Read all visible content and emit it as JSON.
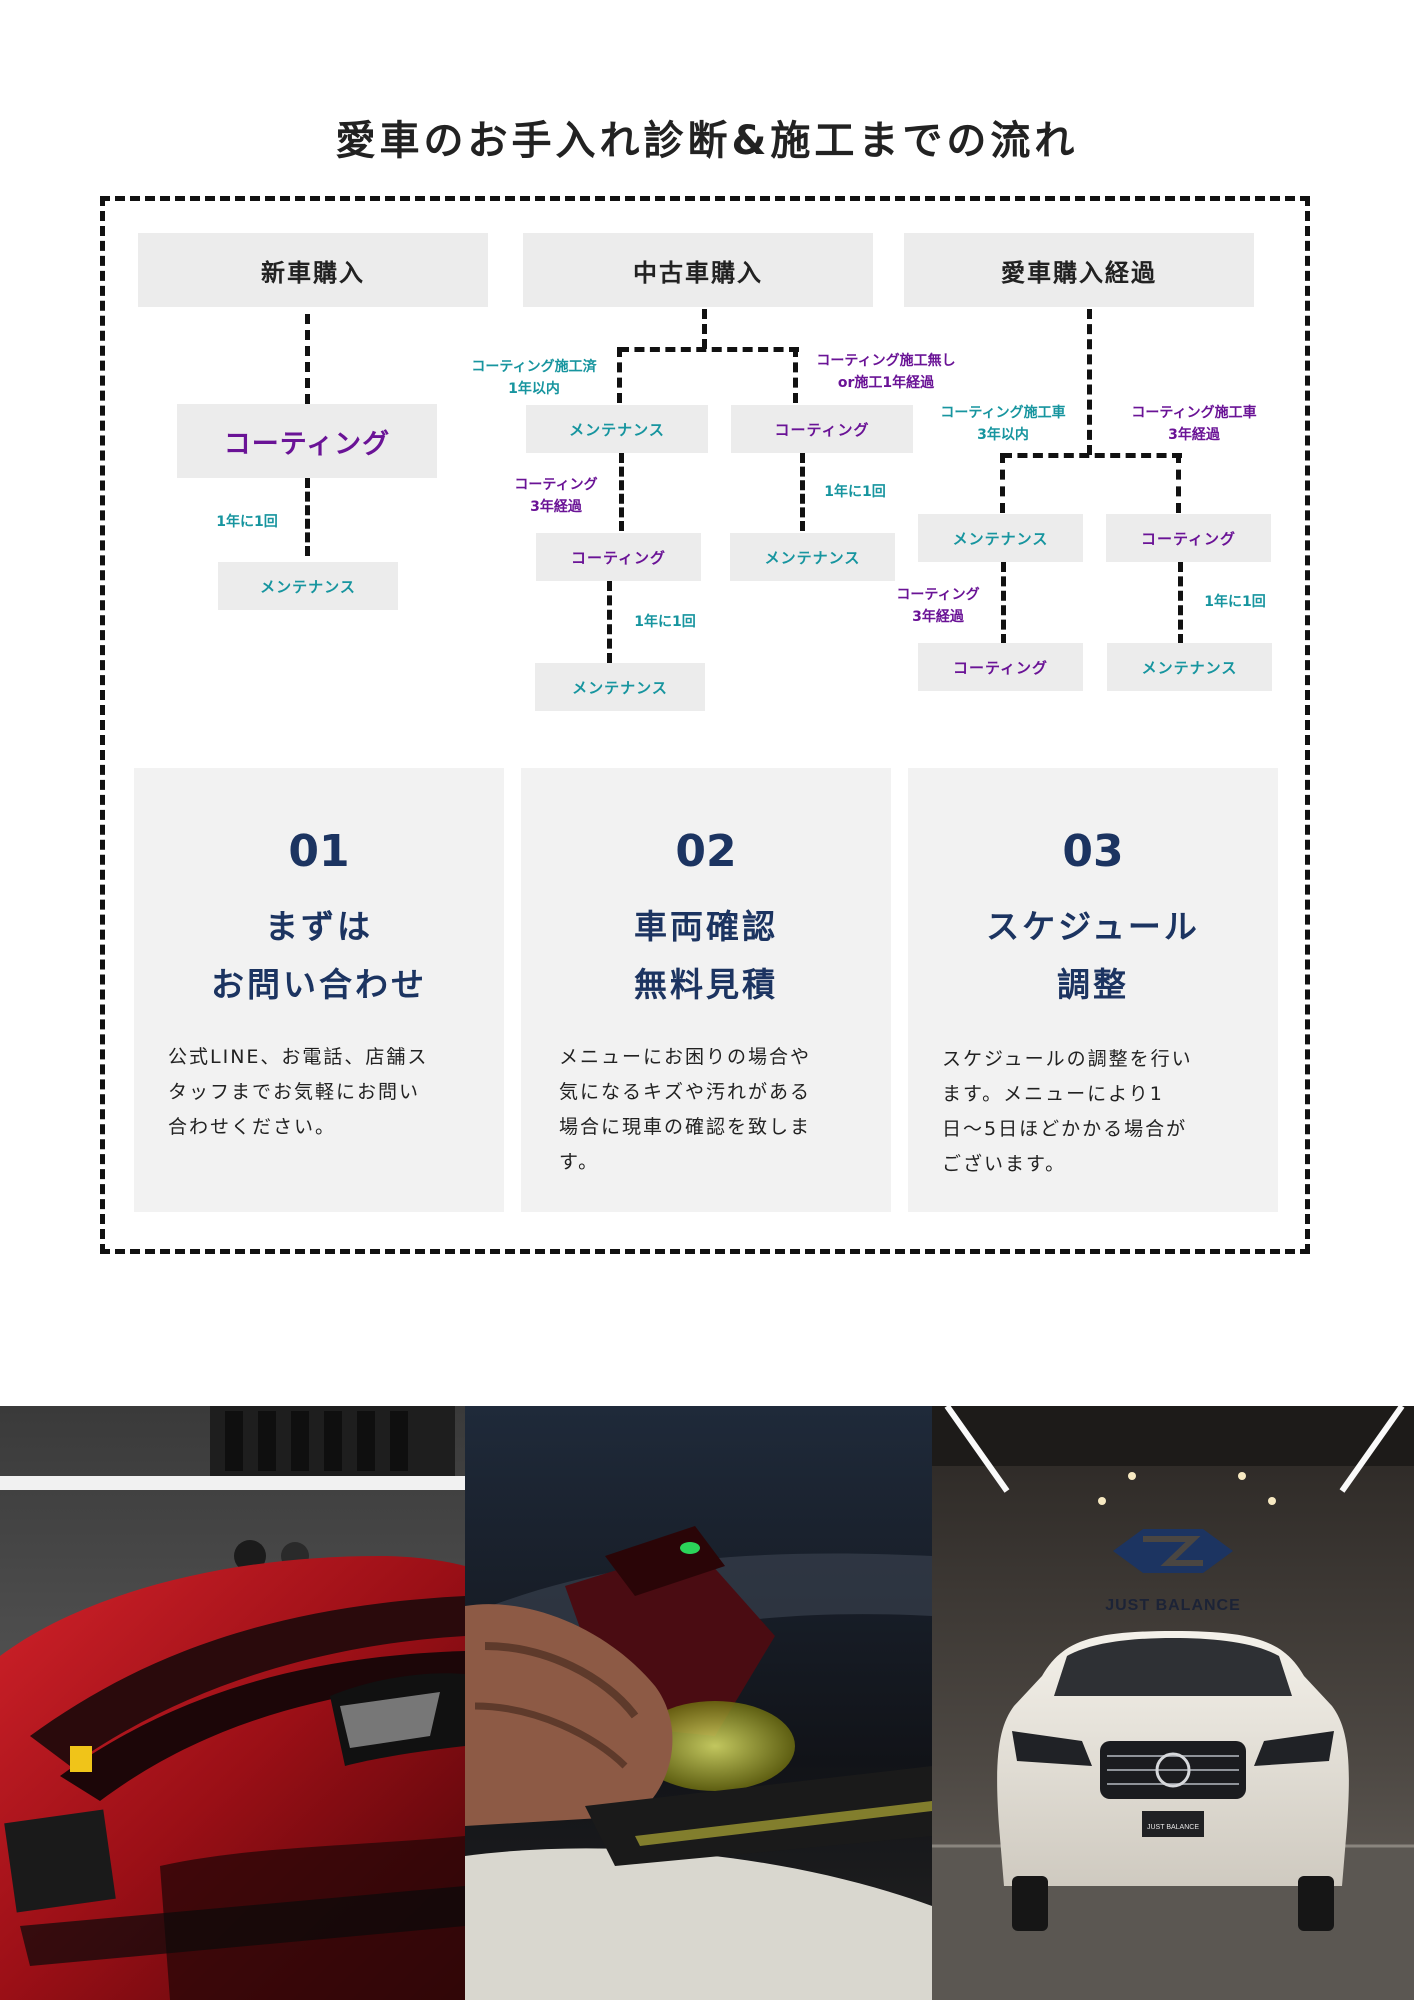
{
  "title": "愛車のお手入れ診断&施工までの流れ",
  "flow": {
    "columns": [
      "新車購入",
      "中古車購入",
      "愛車購入経過"
    ],
    "new_car": {
      "coating": "コーティング",
      "interval": "1年に1回",
      "maintenance": "メンテナンス"
    },
    "used_car": {
      "left_label_1": "コーティング施工済",
      "left_label_2": "1年以内",
      "right_label_1": "コーティング施工無し",
      "right_label_2": "or施工1年経過",
      "maintenance_1": "メンテナンス",
      "coating_1": "コーティング",
      "after_label_1": "コーティング",
      "after_label_2": "3年経過",
      "interval_right": "1年に1回",
      "coating_2": "コーティング",
      "maintenance_2": "メンテナンス",
      "interval_left": "1年に1回",
      "maintenance_3": "メンテナンス"
    },
    "elapsed": {
      "left_label_1": "コーティング施工車",
      "left_label_2": "3年以内",
      "right_label_1": "コーティング施工車",
      "right_label_2": "3年経過",
      "maintenance_1": "メンテナンス",
      "coating_1": "コーティング",
      "after_label_1": "コーティング",
      "after_label_2": "3年経過",
      "interval_right": "1年に1回",
      "coating_2": "コーティング",
      "maintenance_2": "メンテナンス"
    }
  },
  "steps": [
    {
      "num": "01",
      "title_1": "まずは",
      "title_2": "お問い合わせ",
      "desc": [
        "公式LINE、お電話、店舗ス",
        "タッフまでお気軽にお問い",
        "合わせください。"
      ]
    },
    {
      "num": "02",
      "title_1": "車両確認",
      "title_2": "無料見積",
      "desc": [
        "メニューにお困りの場合や",
        "気になるキズや汚れがある",
        "場合に現車の確認を致しま",
        "す。"
      ]
    },
    {
      "num": "03",
      "title_1": "スケジュール",
      "title_2": "調整",
      "desc": [
        "スケジュールの調整を行い",
        "ます。メニューにより1",
        "日～5日ほどかかる場合が",
        "ございます。"
      ]
    }
  ],
  "photos": {
    "garage_sign": "JUST BALANCE",
    "plate_text": "JUST BALANCE"
  },
  "colors": {
    "teal": "#17959f",
    "purple": "#6a1396",
    "navy": "#1c3461",
    "box": "#ececec",
    "card": "#f2f2f2"
  }
}
